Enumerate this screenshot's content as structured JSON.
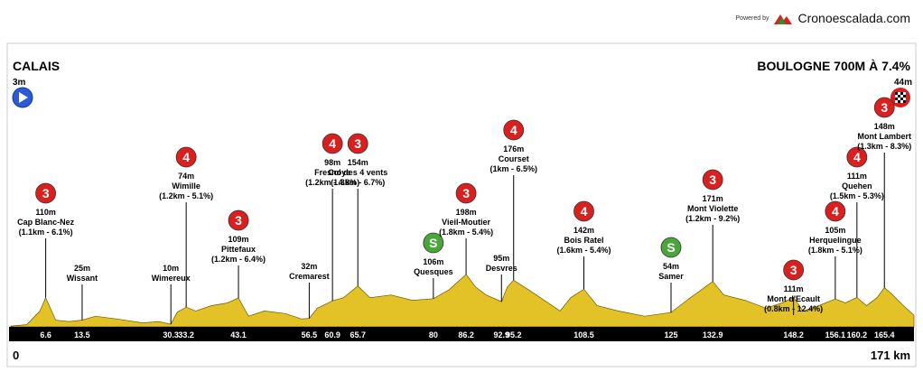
{
  "header": {
    "powered_by": "Powered by",
    "brand": "Cronoescalada.com"
  },
  "colors": {
    "climb4": "#d9201f",
    "climb3": "#d9201f",
    "sprint": "#4aa63a",
    "start": "#2a5bd7",
    "profile": "#e2c227",
    "bar": "#000000"
  },
  "start": {
    "name": "CALAIS",
    "altitude": "3m",
    "km_label": "0"
  },
  "finish": {
    "name": "BOULOGNE 700M À 7.4%",
    "altitude": "44m",
    "km_label": "171 km"
  },
  "chart_data": {
    "type": "area",
    "xlim": [
      0,
      171
    ],
    "ylim": [
      0,
      300
    ],
    "profile_points": [
      [
        0,
        3
      ],
      [
        3,
        8
      ],
      [
        5.5,
        60
      ],
      [
        6.6,
        110
      ],
      [
        8.5,
        25
      ],
      [
        11,
        20
      ],
      [
        13.5,
        25
      ],
      [
        16,
        40
      ],
      [
        20,
        30
      ],
      [
        25,
        15
      ],
      [
        28,
        20
      ],
      [
        30.3,
        10
      ],
      [
        31.5,
        55
      ],
      [
        33.2,
        74
      ],
      [
        35,
        60
      ],
      [
        38,
        80
      ],
      [
        41,
        90
      ],
      [
        43.1,
        109
      ],
      [
        45,
        40
      ],
      [
        48,
        60
      ],
      [
        52,
        50
      ],
      [
        55,
        30
      ],
      [
        56.5,
        32
      ],
      [
        58,
        70
      ],
      [
        60.9,
        98
      ],
      [
        63,
        110
      ],
      [
        65.7,
        154
      ],
      [
        68,
        110
      ],
      [
        72,
        120
      ],
      [
        76,
        100
      ],
      [
        80,
        106
      ],
      [
        83,
        140
      ],
      [
        86.2,
        198
      ],
      [
        88,
        150
      ],
      [
        90,
        120
      ],
      [
        92.9,
        95
      ],
      [
        94,
        150
      ],
      [
        95.2,
        176
      ],
      [
        98,
        140
      ],
      [
        101,
        100
      ],
      [
        104,
        60
      ],
      [
        106,
        110
      ],
      [
        108.5,
        142
      ],
      [
        111,
        80
      ],
      [
        115,
        60
      ],
      [
        120,
        40
      ],
      [
        125,
        54
      ],
      [
        128,
        100
      ],
      [
        132.9,
        171
      ],
      [
        135,
        120
      ],
      [
        139,
        100
      ],
      [
        143,
        70
      ],
      [
        146,
        90
      ],
      [
        148.2,
        111
      ],
      [
        150,
        60
      ],
      [
        153,
        80
      ],
      [
        156.1,
        105
      ],
      [
        158,
        90
      ],
      [
        160.2,
        111
      ],
      [
        162,
        80
      ],
      [
        164,
        110
      ],
      [
        165.4,
        148
      ],
      [
        167,
        120
      ],
      [
        169,
        80
      ],
      [
        171,
        44
      ]
    ],
    "tick_labels": [
      "6.6",
      "13.5",
      "30.3",
      "33.2",
      "43.1",
      "56.5",
      "60.9",
      "65.7",
      "80",
      "86.2",
      "92.9",
      "95.2",
      "108.5",
      "125",
      "132.9",
      "148.2",
      "156.1",
      "160.2",
      "165.4"
    ],
    "ticks": [
      6.6,
      13.5,
      30.3,
      33.2,
      43.1,
      56.5,
      60.9,
      65.7,
      80,
      86.2,
      92.9,
      95.2,
      108.5,
      125,
      132.9,
      148.2,
      156.1,
      160.2,
      165.4
    ],
    "markers": [
      {
        "km": 6.6,
        "cat": "3",
        "alt": "110m",
        "name": "Cap Blanc-Nez",
        "stat": "(1.1km - 6.1%)",
        "alt_pos": 110
      },
      {
        "km": 13.5,
        "cat": "",
        "alt": "25m",
        "name": "Wissant",
        "stat": "",
        "alt_pos": 25
      },
      {
        "km": 30.3,
        "cat": "",
        "alt": "10m",
        "name": "Wimereux",
        "stat": "",
        "alt_pos": 10
      },
      {
        "km": 33.2,
        "cat": "4",
        "alt": "74m",
        "name": "Wimille",
        "stat": "(1.2km - 5.1%)",
        "alt_pos": 74
      },
      {
        "km": 43.1,
        "cat": "3",
        "alt": "109m",
        "name": "Pittefaux",
        "stat": "(1.2km - 6.4%)",
        "alt_pos": 109
      },
      {
        "km": 56.5,
        "cat": "",
        "alt": "32m",
        "name": "Cremarest",
        "stat": "",
        "alt_pos": 32
      },
      {
        "km": 60.9,
        "cat": "4",
        "alt": "98m",
        "name": "Fresnoye",
        "stat": "(1.2km - 4.8%)",
        "alt_pos": 98
      },
      {
        "km": 65.7,
        "cat": "3",
        "alt": "154m",
        "name": "Col des 4 vents",
        "stat": "(1.3km - 6.7%)",
        "alt_pos": 154
      },
      {
        "km": 80,
        "cat": "S",
        "alt": "106m",
        "name": "Quesques",
        "stat": "",
        "alt_pos": 106
      },
      {
        "km": 86.2,
        "cat": "3",
        "alt": "198m",
        "name": "Vieil-Moutier",
        "stat": "(1.8km - 5.4%)",
        "alt_pos": 198
      },
      {
        "km": 92.9,
        "cat": "",
        "alt": "95m",
        "name": "Desvres",
        "stat": "",
        "alt_pos": 95
      },
      {
        "km": 95.2,
        "cat": "4",
        "alt": "176m",
        "name": "Courset",
        "stat": "(1km - 6.5%)",
        "alt_pos": 176
      },
      {
        "km": 108.5,
        "cat": "4",
        "alt": "142m",
        "name": "Bois Ratel",
        "stat": "(1.6km - 5.4%)",
        "alt_pos": 142
      },
      {
        "km": 125,
        "cat": "S",
        "alt": "54m",
        "name": "Samer",
        "stat": "",
        "alt_pos": 54
      },
      {
        "km": 132.9,
        "cat": "3",
        "alt": "171m",
        "name": "Mont Violette",
        "stat": "(1.2km - 9.2%)",
        "alt_pos": 171
      },
      {
        "km": 148.2,
        "cat": "3",
        "alt": "111m",
        "name": "Mont d'Ecault",
        "stat": "(0.8km - 12.4%)",
        "alt_pos": 111
      },
      {
        "km": 156.1,
        "cat": "4",
        "alt": "105m",
        "name": "Herquelingue",
        "stat": "(1.8km - 5.1%)",
        "alt_pos": 105
      },
      {
        "km": 160.2,
        "cat": "4",
        "alt": "111m",
        "name": "Quehen",
        "stat": "(1.5km - 5.3%)",
        "alt_pos": 111
      },
      {
        "km": 165.4,
        "cat": "3",
        "alt": "148m",
        "name": "Mont Lambert",
        "stat": "(1.3km - 8.3%)",
        "alt_pos": 148
      }
    ]
  }
}
